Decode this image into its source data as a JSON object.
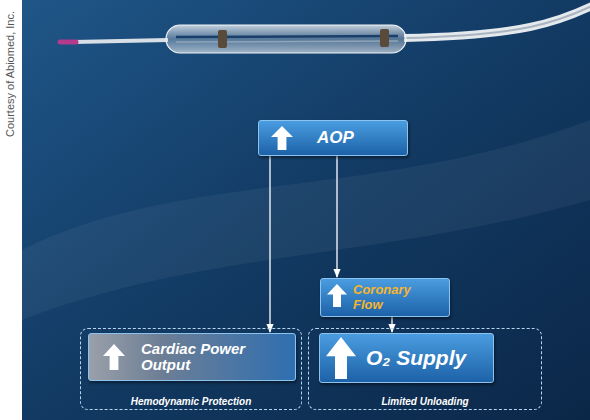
{
  "diagram": {
    "nodes": [
      {
        "text": [
          "AOP"
        ]
      },
      {
        "text": [
          "Coronary Flow"
        ]
      },
      {
        "text": [
          "Hemodynamic Protection"
        ]
      },
      {
        "text": [
          "Cardiac Power Output"
        ],
        "in": 2
      },
      {
        "text": [
          "Limited Unloading"
        ]
      },
      {
        "text": [
          "O₂ Supply"
        ],
        "in": 4
      }
    ],
    "edges": [
      {
        "from": 0,
        "to": 3,
        "arrow": "to"
      },
      {
        "from": 0,
        "to": 1,
        "arrow": "to"
      },
      {
        "from": 1,
        "to": 5,
        "arrow": "to"
      }
    ],
    "labels": [
      "Courtesy of Abiomed, Inc."
    ]
  }
}
